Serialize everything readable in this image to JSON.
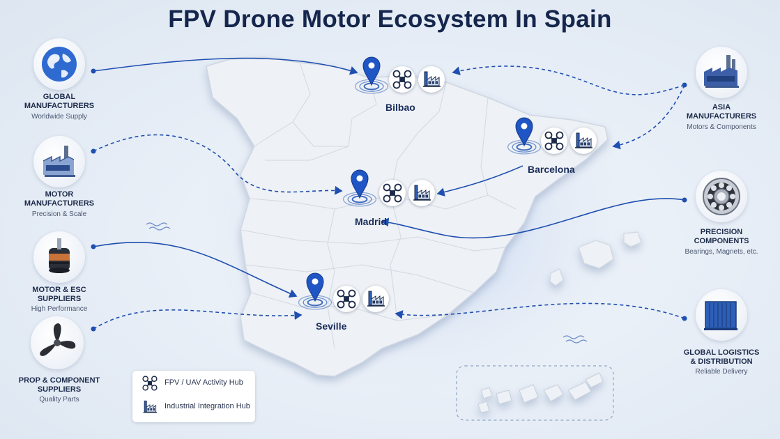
{
  "title": "FPV Drone Motor Ecosystem In Spain",
  "left_suppliers": [
    {
      "title_lines": [
        "GLOBAL",
        "MANUFACTURERS"
      ],
      "subtitle": "Worldwide Supply",
      "icon": "globe-icon"
    },
    {
      "title_lines": [
        "MOTOR",
        "MANUFACTURERS"
      ],
      "subtitle": "Precision & Scale",
      "icon": "factory-icon"
    },
    {
      "title_lines": [
        "MOTOR & ESC",
        "SUPPLIERS"
      ],
      "subtitle": "High Performance",
      "icon": "brushless-motor-icon"
    },
    {
      "title_lines": [
        "PROP & COMPONENT",
        "SUPPLIERS"
      ],
      "subtitle": "Quality Parts",
      "icon": "propeller-icon"
    }
  ],
  "right_suppliers": [
    {
      "title_lines": [
        "ASIA",
        "MANUFACTURERS"
      ],
      "subtitle": "Motors & Components",
      "icon": "asia-factory-icon"
    },
    {
      "title_lines": [
        "PRECISION",
        "COMPONENTS"
      ],
      "subtitle": "Bearings, Magnets, etc.",
      "icon": "bearing-icon"
    },
    {
      "title_lines": [
        "GLOBAL LOGISTICS",
        "& DISTRIBUTION"
      ],
      "subtitle": "Reliable Delivery",
      "icon": "shipping-container-icon"
    }
  ],
  "cities": [
    {
      "name": "Bilbao"
    },
    {
      "name": "Barcelona"
    },
    {
      "name": "Madrid"
    },
    {
      "name": "Seville"
    }
  ],
  "legend": [
    {
      "label": "FPV / UAV Activity Hub",
      "icon": "drone-icon"
    },
    {
      "label": "Industrial Integration Hub",
      "icon": "industrial-factory-icon"
    }
  ],
  "colors": {
    "accent": "#1f4fb0",
    "title": "#15264d",
    "land": "#eef1f5",
    "water": "#dfe7f2"
  }
}
